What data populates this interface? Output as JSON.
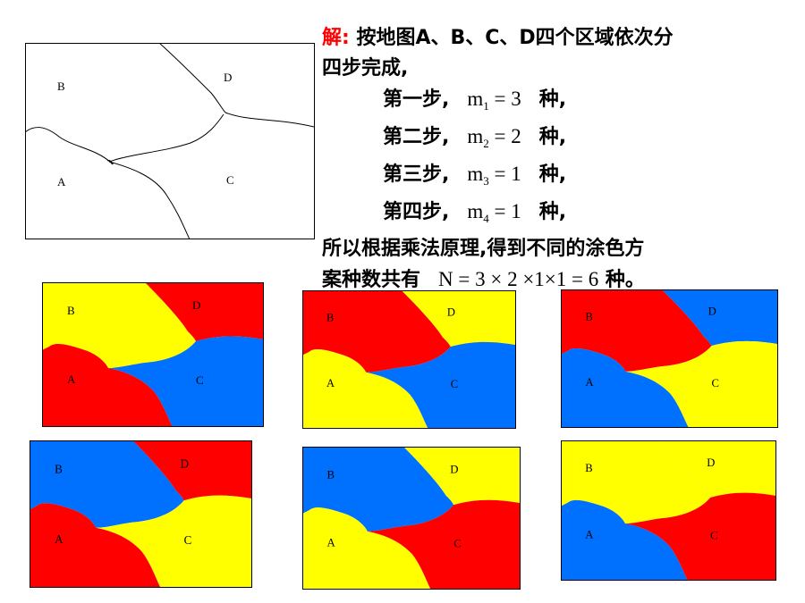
{
  "solution": {
    "label": "解:",
    "intro_1": "按地图A、B、C、D四个区域依次分",
    "intro_2": "四步完成,",
    "steps": [
      {
        "name": "第一步,",
        "var": "m",
        "idx": "1",
        "value": "= 3",
        "unit": "种,"
      },
      {
        "name": "第二步,",
        "var": "m",
        "idx": "2",
        "value": "= 2",
        "unit": "种,"
      },
      {
        "name": "第三步,",
        "var": "m",
        "idx": "3",
        "value": "= 1",
        "unit": "种,"
      },
      {
        "name": "第四步,",
        "var": "m",
        "idx": "4",
        "value": "= 1",
        "unit": "种,"
      }
    ],
    "conclusion_1": "所以根据乘法原理,得到不同的涂色方",
    "conclusion_2_text": "案种数共有",
    "conclusion_2_formula": "N = 3 × 2 ×1×1 = 6",
    "conclusion_2_unit": "种。"
  },
  "region_labels": {
    "A": "A",
    "B": "B",
    "C": "C",
    "D": "D"
  },
  "colors": {
    "red": "#ff0000",
    "yellow": "#ffff00",
    "blue": "#0070ff",
    "white": "#ffffff",
    "border": "#000000"
  },
  "colorings": [
    {
      "A": "red",
      "B": "yellow",
      "C": "blue",
      "D": "red"
    },
    {
      "A": "yellow",
      "B": "red",
      "C": "blue",
      "D": "yellow"
    },
    {
      "A": "blue",
      "B": "red",
      "C": "yellow",
      "D": "blue"
    },
    {
      "A": "red",
      "B": "blue",
      "C": "yellow",
      "D": "red"
    },
    {
      "A": "yellow",
      "B": "blue",
      "C": "red",
      "D": "yellow"
    },
    {
      "A": "blue",
      "B": "yellow",
      "C": "red",
      "D": "yellow"
    }
  ]
}
